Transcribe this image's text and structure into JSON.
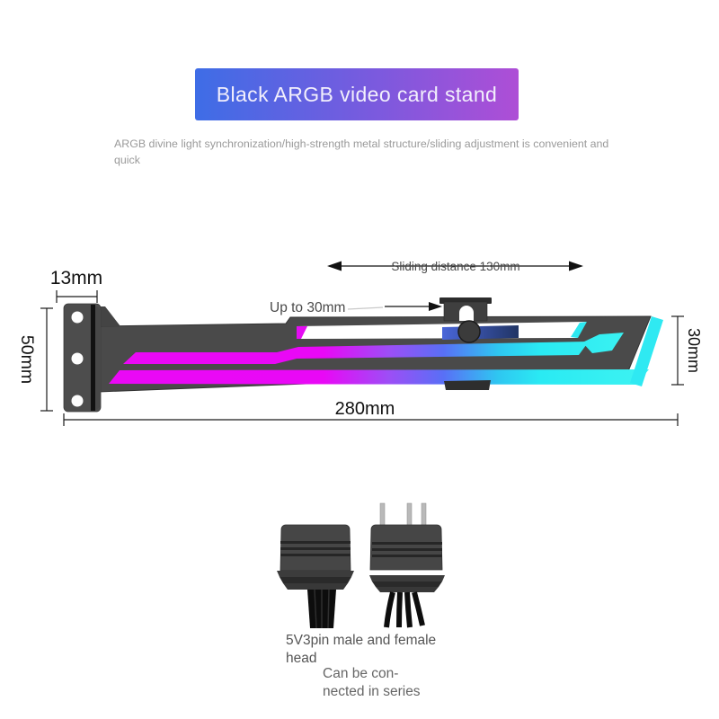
{
  "banner": {
    "title": "Black ARGB video card stand",
    "gradient_start": "#3e6de6",
    "gradient_end": "#ae4ed6"
  },
  "subtitle": {
    "line1": "ARGB divine light synchronization/high-strength metal structure/sliding adjustment is convenient and",
    "line2": "quick"
  },
  "diagram": {
    "labels": {
      "bracket_width": "13mm",
      "bracket_height": "50mm",
      "beam_length": "280mm",
      "beam_height": "30mm",
      "sliding_distance": "Sliding distance 130mm",
      "clamp_travel": "Up to 30mm"
    },
    "colors": {
      "metal_body": "#4a4a4a",
      "led_magenta": "#e908f6",
      "led_purple": "#9d4ef6",
      "led_blue": "#596ff6",
      "led_cyan": "#2ceaf3"
    }
  },
  "connectors": {
    "caption_line1": "5V3pin male and female",
    "caption_line2": "head",
    "note_line1": "Can be con-",
    "note_line2": "nected in series"
  }
}
